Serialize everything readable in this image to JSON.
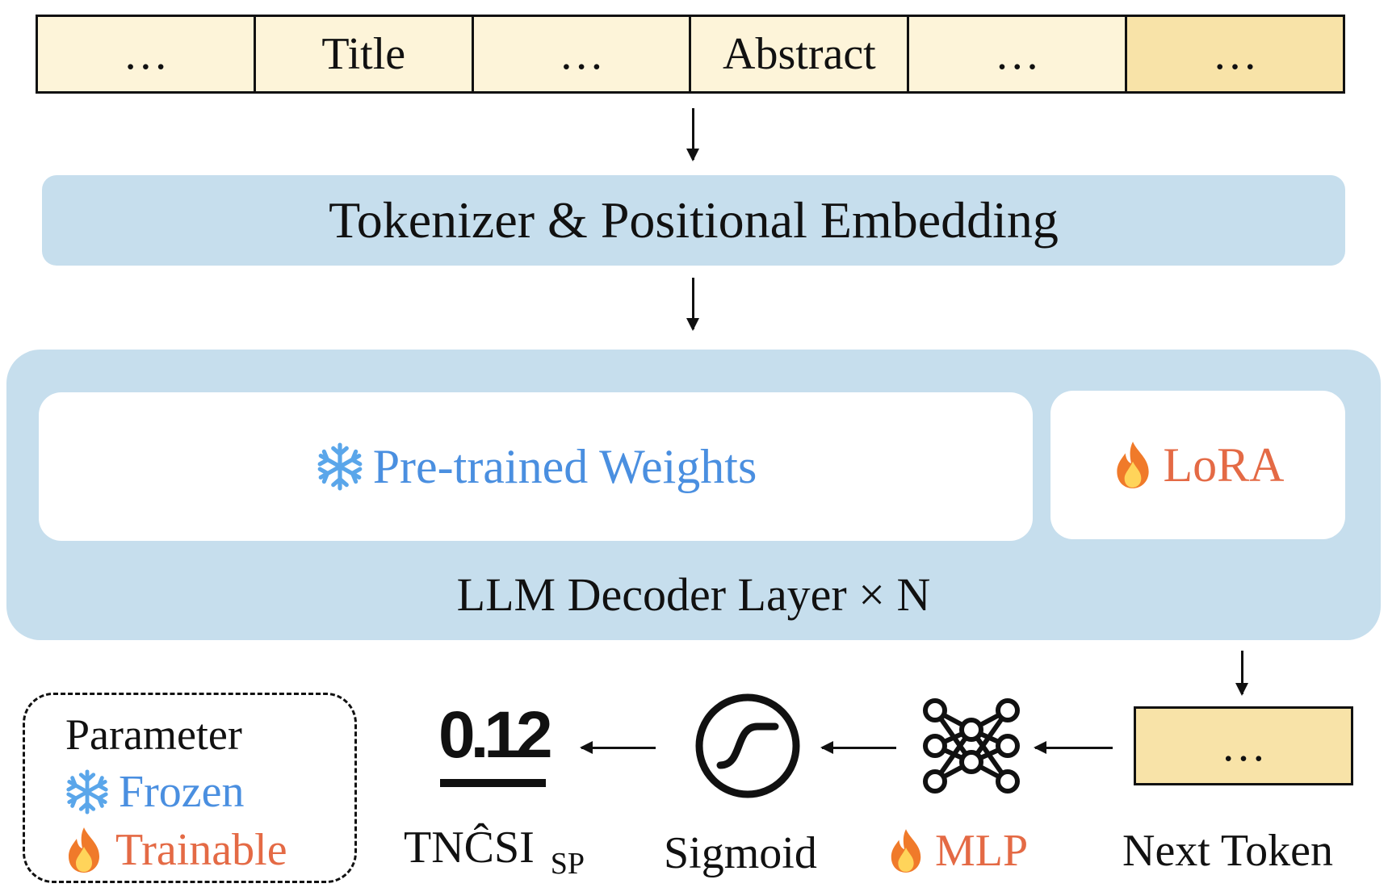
{
  "input_sequence": {
    "cells": [
      "…",
      "Title",
      "…",
      "Abstract",
      "…",
      "…"
    ]
  },
  "tokenizer": {
    "label": "Tokenizer & Positional Embedding"
  },
  "decoder": {
    "pretrained_label": "Pre-trained Weights",
    "lora_label": "LoRA",
    "layer_label": "LLM Decoder Layer × N"
  },
  "legend": {
    "title": "Parameter",
    "frozen_label": "Frozen",
    "trainable_label": "Trainable"
  },
  "output": {
    "next_token_value": "…",
    "next_token_label": "Next Token",
    "mlp_label": "MLP",
    "sigmoid_label": "Sigmoid",
    "score_value": "0.12",
    "score_label_main": "TNĈSI",
    "score_label_sub": "SP"
  },
  "colors": {
    "frozen": "#4a8fe0",
    "trainable": "#e46a45",
    "panel": "#c6deed",
    "token": "#f8e3a8"
  },
  "icons": [
    "snowflake-icon",
    "flame-icon",
    "neural-net-icon",
    "sigmoid-icon",
    "score-icon"
  ]
}
